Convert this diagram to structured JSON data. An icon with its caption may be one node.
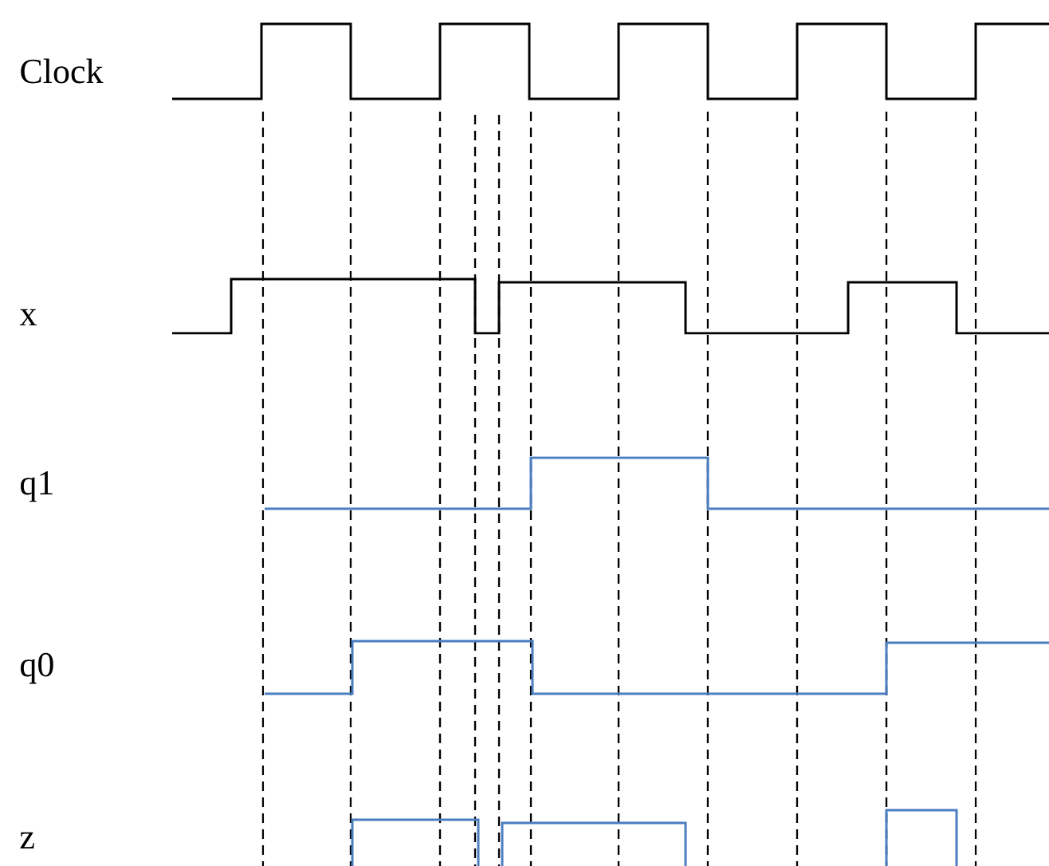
{
  "diagram": {
    "labels": [
      "Clock",
      "x",
      "q1",
      "q0",
      "z"
    ]
  }
}
